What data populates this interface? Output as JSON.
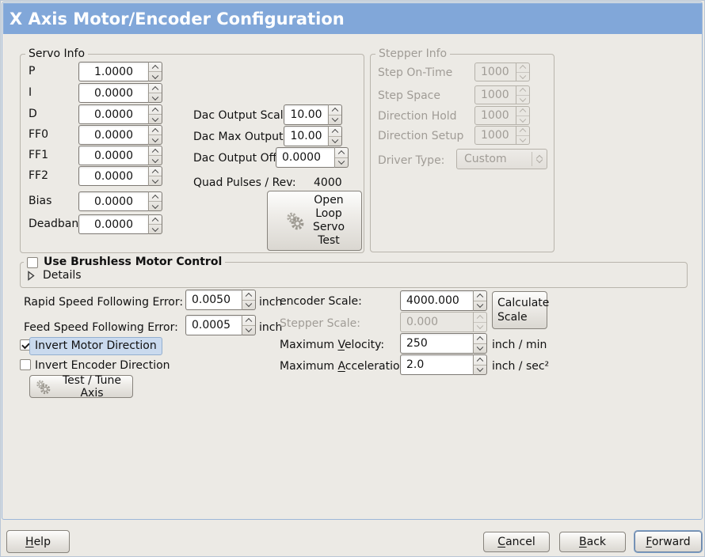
{
  "window_title": "X Axis Motor/Encoder Configuration",
  "servo_info": {
    "legend": "Servo Info",
    "params": [
      {
        "label": "P",
        "value": "1.0000"
      },
      {
        "label": "I",
        "value": "0.0000"
      },
      {
        "label": "D",
        "value": "0.0000"
      },
      {
        "label": "FF0",
        "value": "0.0000"
      },
      {
        "label": "FF1",
        "value": "0.0000"
      },
      {
        "label": "FF2",
        "value": "0.0000"
      },
      {
        "label": "Bias",
        "value": "0.0000"
      },
      {
        "label": "Deadband",
        "value": "0.0000"
      }
    ],
    "dac_output_scale": {
      "label": "Dac Output Scale:",
      "value": "10.00"
    },
    "dac_max_output": {
      "label": "Dac Max Output:",
      "value": "10.00"
    },
    "dac_output_offset": {
      "label": "Dac Output Offset:",
      "value": "0.0000"
    },
    "quad_pulses": {
      "label": "Quad Pulses / Rev:",
      "value": "4000"
    },
    "open_loop_button": "Open\nLoop\nServo\nTest"
  },
  "stepper_info": {
    "legend": "Stepper Info",
    "params": [
      {
        "label": "Step On-Time",
        "value": "1000"
      },
      {
        "label": "Step Space",
        "value": "1000"
      },
      {
        "label": "Direction Hold",
        "value": "1000"
      },
      {
        "label": "Direction Setup",
        "value": "1000"
      }
    ],
    "driver_type": {
      "label": "Driver Type:",
      "value": "Custom"
    }
  },
  "brushless": {
    "label": "Use Brushless Motor Control",
    "checked": false,
    "details": "Details"
  },
  "following_error": {
    "rapid": {
      "label": "Rapid Speed Following Error:",
      "value": "0.0050",
      "unit": "inch"
    },
    "feed": {
      "label": "Feed Speed Following Error:",
      "value": "0.0005",
      "unit": "inch"
    }
  },
  "scaling": {
    "encoder_scale": {
      "label": "encoder Scale:",
      "value": "4000.000"
    },
    "stepper_scale": {
      "label": "Stepper Scale:",
      "value": "0.000"
    },
    "calculate_button": "Calculate Scale",
    "max_velocity": {
      "pre": "Maximum ",
      "key": "V",
      "post": "elocity:",
      "value": "250",
      "unit": "inch / min"
    },
    "max_acceleration": {
      "pre": "Maximum ",
      "key": "A",
      "post": "cceleration:",
      "value": "2.0",
      "unit": "inch / sec²"
    }
  },
  "direction": {
    "invert_motor": {
      "label": "Invert Motor Direction",
      "checked": true
    },
    "invert_encoder": {
      "label": "Invert Encoder Direction",
      "checked": false
    }
  },
  "test_tune_button": "Test / Tune Axis",
  "actions": {
    "help": {
      "key": "H",
      "post": "elp"
    },
    "cancel": {
      "key": "C",
      "post": "ancel"
    },
    "back": {
      "key": "B",
      "post": "ack"
    },
    "forward": {
      "key": "F",
      "post": "orward"
    }
  }
}
